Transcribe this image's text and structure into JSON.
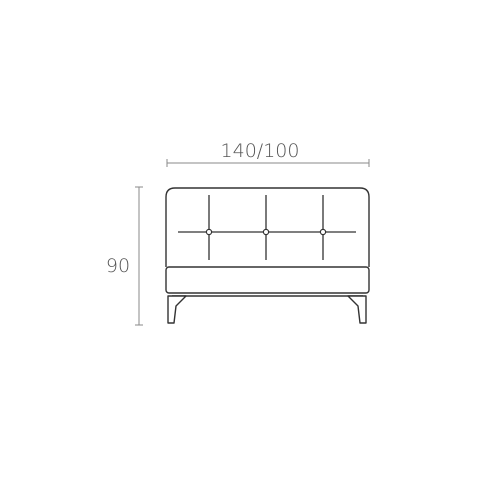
{
  "dimensions": {
    "width_label": "140/100",
    "height_label": "90"
  },
  "drawing": {
    "subject": "sofa-front-view",
    "line_color": "#333333",
    "dimension_color": "#8a8a8a",
    "label_color": "#555555",
    "tufting": {
      "columns": 3,
      "rows": 1
    }
  }
}
